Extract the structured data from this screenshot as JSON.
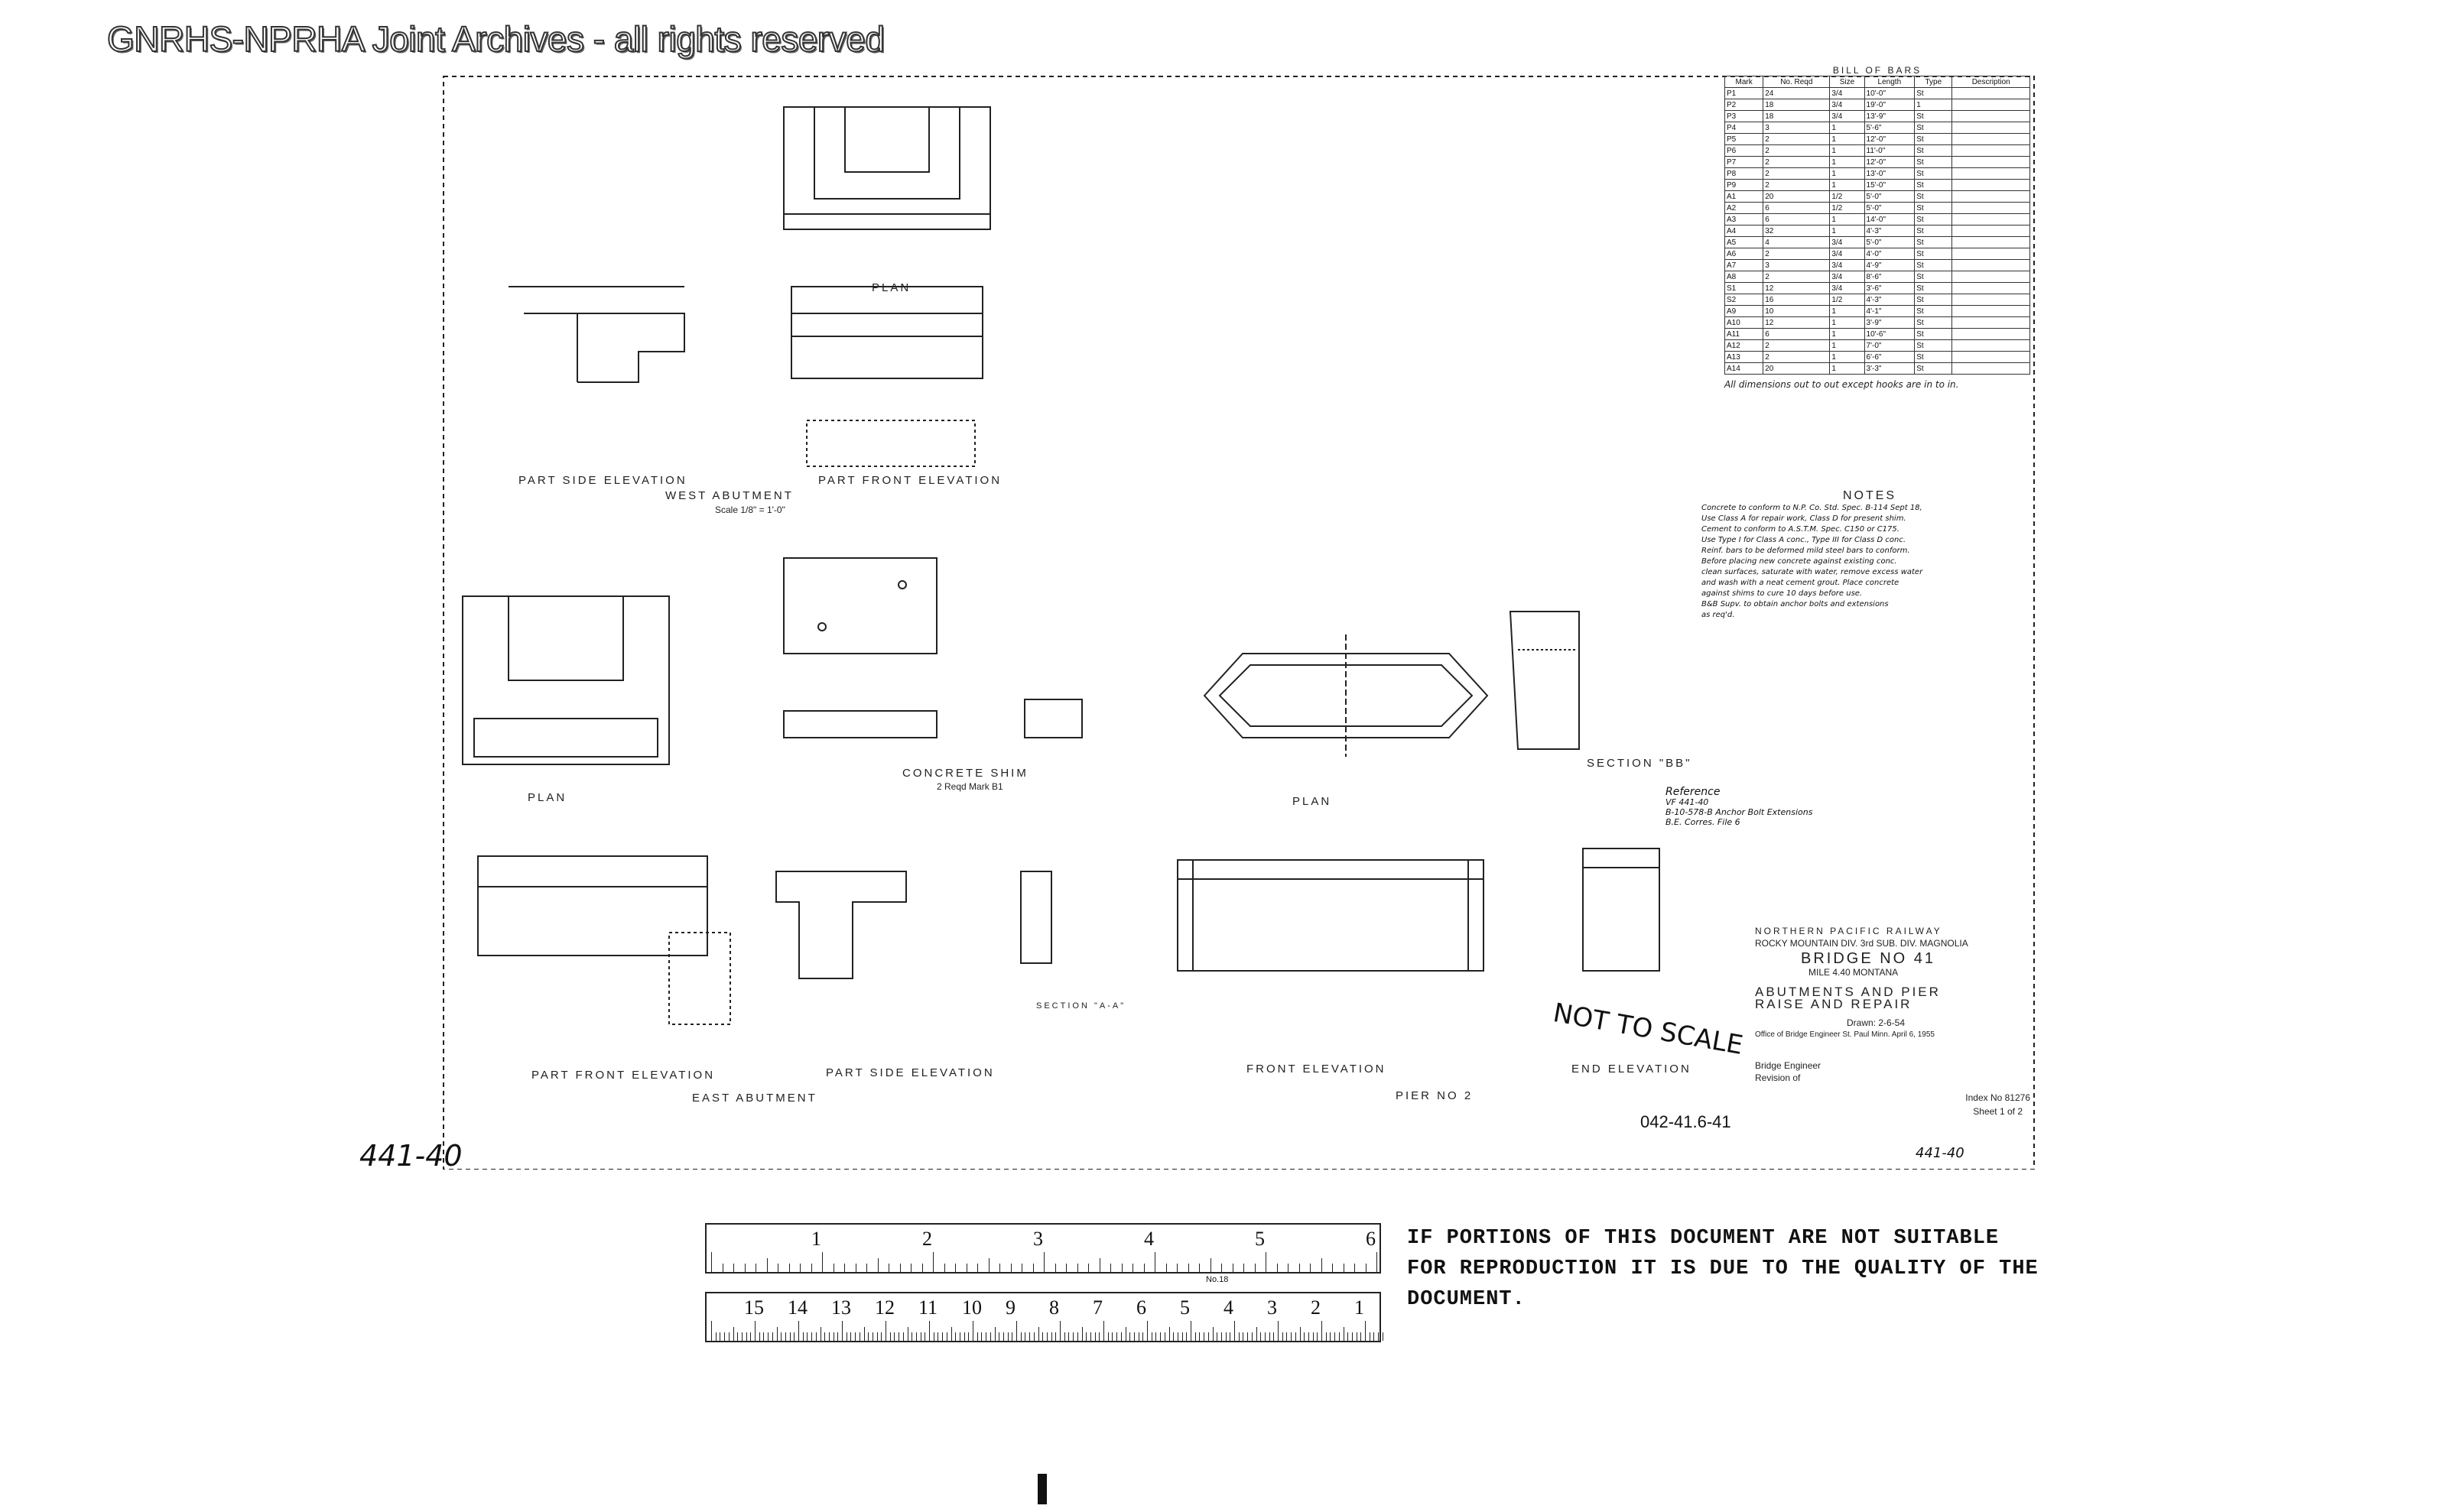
{
  "watermark": "GNRHS-NPRHA Joint Archives - all rights reserved",
  "views": {
    "plan_top": "PLAN",
    "part_side_elevation_w": "PART SIDE ELEVATION",
    "part_front_elevation_w": "PART FRONT ELEVATION",
    "west_abutment": "WEST ABUTMENT",
    "west_scale": "Scale 1/8\" = 1'-0\"",
    "plan_east": "PLAN",
    "concrete_shim": "CONCRETE SHIM",
    "shim_note": "2 Reqd Mark B1",
    "plan_pier": "PLAN",
    "section_bb": "SECTION \"BB\"",
    "section_aa": "SECTION \"A-A\"",
    "part_front_elevation_e": "PART FRONT ELEVATION",
    "part_side_elevation_e": "PART SIDE ELEVATION",
    "east_abutment": "EAST ABUTMENT",
    "front_elevation": "FRONT ELEVATION",
    "end_elevation": "END ELEVATION",
    "pier_no2": "PIER No 2"
  },
  "bill_of_bars": {
    "title": "BILL OF BARS",
    "headers": [
      "Mark",
      "No. Reqd",
      "Size",
      "Length",
      "Type",
      "Description"
    ],
    "rows": [
      [
        "P1",
        "24",
        "3/4",
        "10'-0\"",
        "St",
        ""
      ],
      [
        "P2",
        "18",
        "3/4",
        "19'-0\"",
        "1",
        ""
      ],
      [
        "P3",
        "18",
        "3/4",
        "13'-9\"",
        "St",
        ""
      ],
      [
        "P4",
        "3",
        "1",
        "5'-6\"",
        "St",
        ""
      ],
      [
        "P5",
        "2",
        "1",
        "12'-0\"",
        "St",
        ""
      ],
      [
        "P6",
        "2",
        "1",
        "11'-0\"",
        "St",
        ""
      ],
      [
        "P7",
        "2",
        "1",
        "12'-0\"",
        "St",
        ""
      ],
      [
        "P8",
        "2",
        "1",
        "13'-0\"",
        "St",
        ""
      ],
      [
        "P9",
        "2",
        "1",
        "15'-0\"",
        "St",
        ""
      ],
      [
        "A1",
        "20",
        "1/2",
        "5'-0\"",
        "St",
        ""
      ],
      [
        "A2",
        "6",
        "1/2",
        "5'-0\"",
        "St",
        ""
      ],
      [
        "A3",
        "6",
        "1",
        "14'-0\"",
        "St",
        ""
      ],
      [
        "A4",
        "32",
        "1",
        "4'-3\"",
        "St",
        ""
      ],
      [
        "A5",
        "4",
        "3/4",
        "5'-0\"",
        "St",
        ""
      ],
      [
        "A6",
        "2",
        "3/4",
        "4'-0\"",
        "St",
        ""
      ],
      [
        "A7",
        "3",
        "3/4",
        "4'-9\"",
        "St",
        ""
      ],
      [
        "A8",
        "2",
        "3/4",
        "8'-6\"",
        "St",
        ""
      ],
      [
        "S1",
        "12",
        "3/4",
        "3'-6\"",
        "St",
        ""
      ],
      [
        "S2",
        "16",
        "1/2",
        "4'-3\"",
        "St",
        ""
      ],
      [
        "A9",
        "10",
        "1",
        "4'-1\"",
        "St",
        ""
      ],
      [
        "A10",
        "12",
        "1",
        "3'-9\"",
        "St",
        ""
      ],
      [
        "A11",
        "6",
        "1",
        "10'-6\"",
        "St",
        ""
      ],
      [
        "A12",
        "2",
        "1",
        "7'-0\"",
        "St",
        ""
      ],
      [
        "A13",
        "2",
        "1",
        "6'-6\"",
        "St",
        ""
      ],
      [
        "A14",
        "20",
        "1",
        "3'-3\"",
        "St",
        ""
      ]
    ],
    "note": "All dimensions out to out except hooks are in to in."
  },
  "notes": {
    "title": "NOTES",
    "lines": [
      "Concrete to conform to N.P. Co. Std. Spec. B-114 Sept 18,",
      "Use Class A for repair work, Class D for present shim.",
      "Cement to conform to A.S.T.M. Spec. C150 or C175.",
      "Use Type I for Class A conc., Type III for Class D conc.",
      "Reinf. bars to be deformed mild steel bars to conform.",
      "Before placing new concrete against existing conc.",
      "clean surfaces, saturate with water, remove excess water",
      "and wash with a neat cement grout. Place concrete",
      "against shims to cure 10 days before use.",
      "B&B Supv. to obtain anchor bolts and extensions",
      "as req'd."
    ],
    "reference_title": "Reference",
    "reference_lines": [
      "VF 441-40",
      "B-10-578-B Anchor Bolt Extensions",
      "B.E. Corres. File 6"
    ]
  },
  "title_block": {
    "railway": "NORTHERN PACIFIC RAILWAY",
    "division": "ROCKY MOUNTAIN DIV. 3rd SUB. DIV. MAGNOLIA",
    "bridge": "BRIDGE No 41",
    "location": "MILE 4.40 MONTANA",
    "subject_1": "ABUTMENTS AND PIER",
    "subject_2": "RAISE AND REPAIR",
    "drawn": "Drawn: 2-6-54",
    "office": "Office of Bridge Engineer St. Paul Minn. April 6, 1955",
    "approved": "Bridge Engineer",
    "revision": "Revision of",
    "index": "Index No 81276",
    "sheet": "Sheet 1 of 2"
  },
  "stamps": {
    "not_to_scale": "NOT TO SCALE",
    "doc_number": "042-41.6-41",
    "left_stamp": "441-40",
    "right_stamp": "441-40"
  },
  "disclaimer": "IF PORTIONS OF THIS DOCUMENT ARE NOT SUITABLE FOR REPRODUCTION IT IS DUE TO THE QUALITY OF THE DOCUMENT.",
  "ruler": {
    "inch_labels": [
      "1",
      "2",
      "3",
      "4",
      "5",
      "6"
    ],
    "cm_labels": [
      "15",
      "14",
      "13",
      "12",
      "11",
      "10",
      "9",
      "8",
      "7",
      "6",
      "5",
      "4",
      "3",
      "2",
      "1"
    ],
    "mark": "No.18"
  },
  "colors": {
    "ink": "#111111",
    "paper": "#ffffff",
    "stamp": "#222222"
  }
}
